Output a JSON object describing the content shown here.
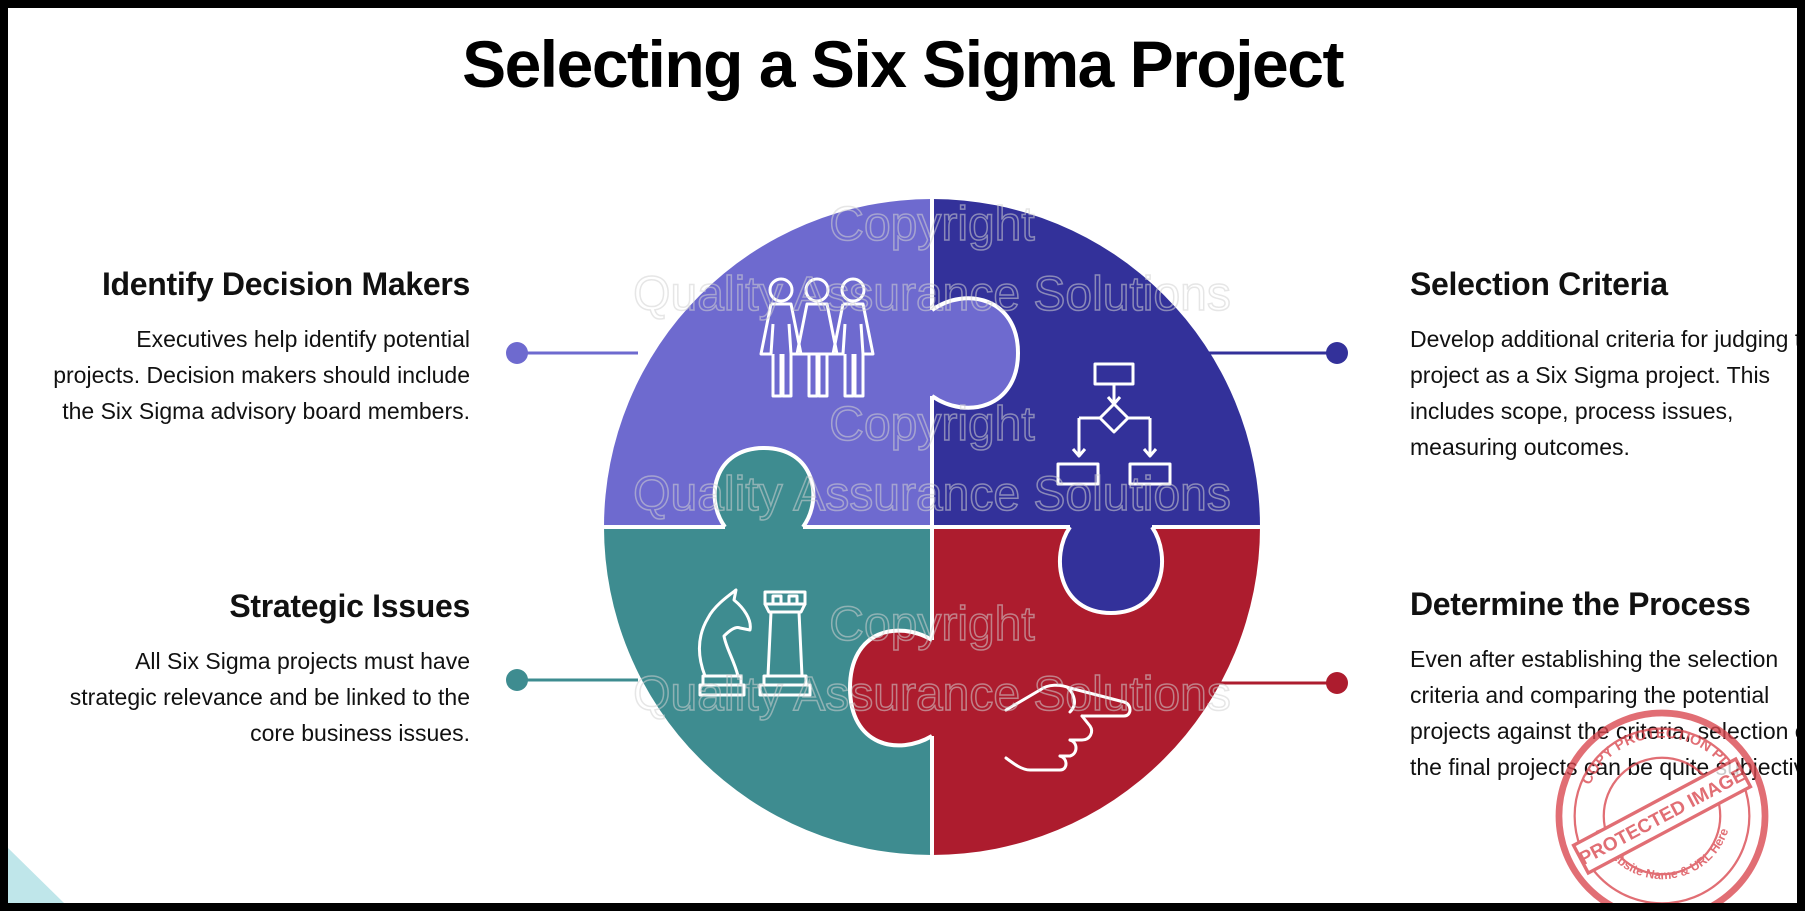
{
  "title": "Selecting a Six Sigma Project",
  "colors": {
    "top_left": "#6e6acf",
    "top_right": "#33319a",
    "bottom_left": "#3e8c90",
    "bottom_right": "#ad1c2e",
    "corner_accent": "#bfe6ea",
    "watermark": "#c8c8c8",
    "stamp": "#d9464e"
  },
  "quadrants": [
    {
      "id": "top-left",
      "heading": "Identify Decision Makers",
      "text": "Executives help identify potential projects. Decision makers should include the Six Sigma advisory board members.",
      "icon": "people-icon"
    },
    {
      "id": "top-right",
      "heading": "Selection Criteria",
      "text": "Develop additional criteria for judging the project as a Six Sigma project. This includes scope, process issues, measuring outcomes.",
      "icon": "flowchart-icon"
    },
    {
      "id": "bottom-left",
      "heading": "Strategic Issues",
      "text": "All Six Sigma projects must have strategic relevance and be linked to the core business issues.",
      "icon": "chess-pieces-icon"
    },
    {
      "id": "bottom-right",
      "heading": "Determine the Process",
      "text": "Even after establishing the selection criteria and comparing the potential projects against the criteria, selection of the final projects can be quite subjective.",
      "icon": "pointing-hand-icon"
    }
  ],
  "watermark": {
    "line1": "Copyright",
    "line2": "Quality Assurance Solutions"
  },
  "stamp": {
    "outer_text": "COPY PROTECTION PLUS",
    "center_text": "PROTECTED IMAGE",
    "bottom_text": "My Website Name & URL Here"
  }
}
